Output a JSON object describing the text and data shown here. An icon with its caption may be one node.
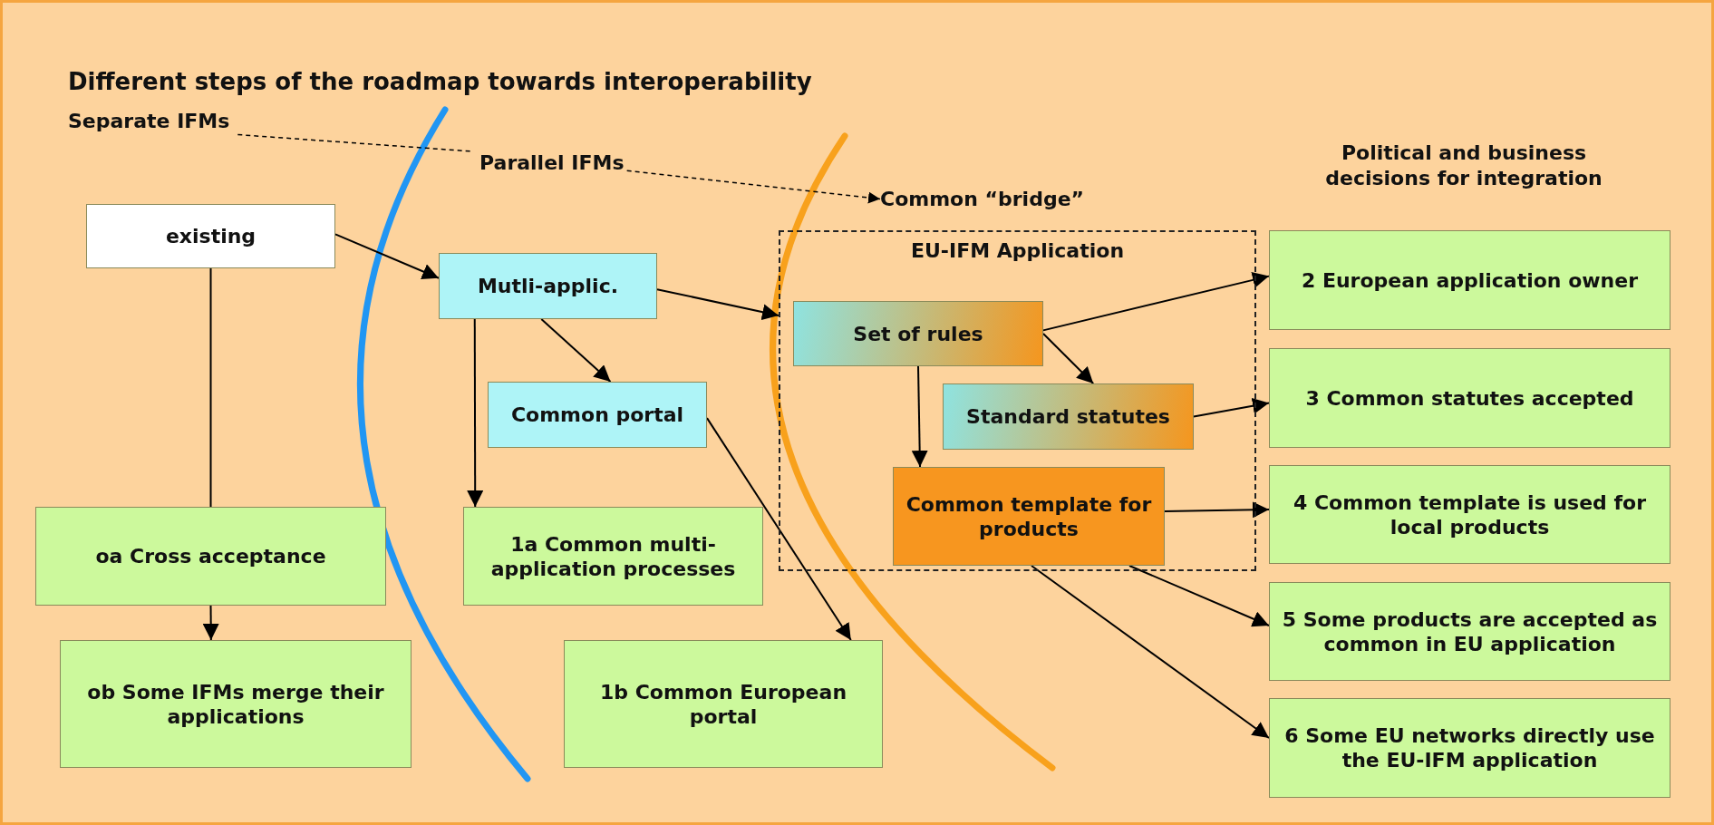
{
  "diagram": {
    "title": "Different steps of the roadmap towards interoperability",
    "nodes": [
      {
        "text": [
          "Separate IFMs"
        ]
      },
      {
        "text": [
          "Parallel IFMs"
        ]
      },
      {
        "text": [
          "Common “bridge”"
        ]
      },
      {
        "text": [
          "existing"
        ]
      },
      {
        "text": [
          "Mutli-applic."
        ]
      },
      {
        "text": [
          "Common portal"
        ]
      },
      {
        "text": [
          "EU-IFM Application"
        ]
      },
      {
        "text": [
          "Set of rules"
        ],
        "in": 6
      },
      {
        "text": [
          "Standard statutes"
        ],
        "in": 6
      },
      {
        "text": [
          "Common template for products"
        ],
        "in": 6
      },
      {
        "text": [
          "oa Cross acceptance"
        ]
      },
      {
        "text": [
          "ob Some IFMs merge their applications"
        ]
      },
      {
        "text": [
          "1a Common multi-application processes"
        ]
      },
      {
        "text": [
          "1b Common European portal"
        ]
      },
      {
        "text": [
          "2 European application owner"
        ]
      },
      {
        "text": [
          "3 Common statutes accepted"
        ]
      },
      {
        "text": [
          "4 Common template is used for local products"
        ]
      },
      {
        "text": [
          "5 Some products are accepted as common in EU application"
        ]
      },
      {
        "text": [
          "6 Some EU networks directly use the EU-IFM application"
        ]
      }
    ],
    "edges": [
      {
        "from": 0,
        "to": 1,
        "arrow": "none",
        "style": "dashed"
      },
      {
        "from": 1,
        "to": 2,
        "arrow": "to",
        "style": "dashed"
      },
      {
        "from": 3,
        "to": 4,
        "arrow": "to"
      },
      {
        "from": 3,
        "to": 10,
        "arrow": "none"
      },
      {
        "from": 10,
        "to": 11,
        "arrow": "to"
      },
      {
        "from": 4,
        "to": 6,
        "arrow": "to"
      },
      {
        "from": 4,
        "to": 5,
        "arrow": "to"
      },
      {
        "from": 4,
        "to": 12,
        "arrow": "to"
      },
      {
        "from": 5,
        "to": 13,
        "arrow": "to"
      },
      {
        "from": 7,
        "to": 14,
        "arrow": "to"
      },
      {
        "from": 7,
        "to": 8,
        "arrow": "to"
      },
      {
        "from": 7,
        "to": 9,
        "arrow": "to"
      },
      {
        "from": 8,
        "to": 15,
        "arrow": "to"
      },
      {
        "from": 9,
        "to": 16,
        "arrow": "to"
      },
      {
        "from": 9,
        "to": 17,
        "arrow": "to"
      },
      {
        "from": 9,
        "to": 18,
        "arrow": "to"
      }
    ],
    "labels": [
      "Political and business decisions for integration"
    ]
  }
}
